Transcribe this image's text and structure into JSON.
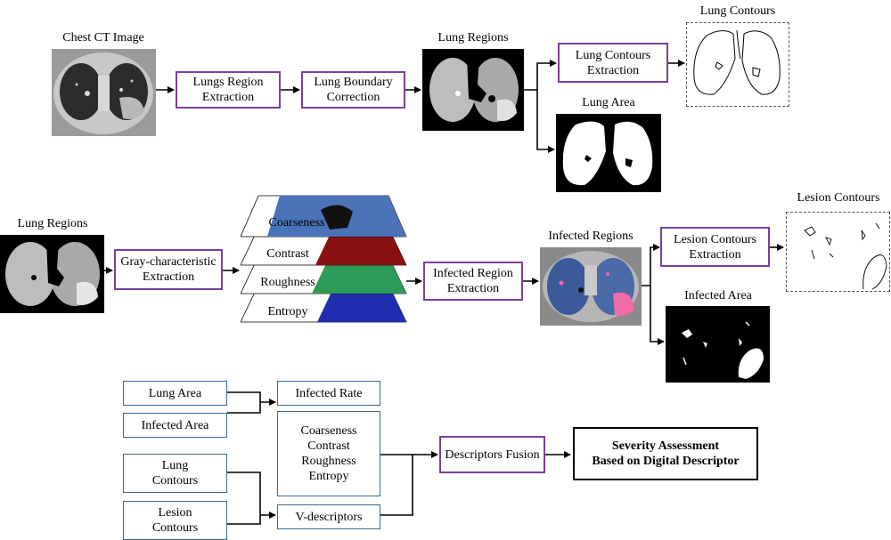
{
  "row1": {
    "chest_ct_label": "Chest CT Image",
    "lungs_region_extraction": [
      "Lungs Region",
      "Extraction"
    ],
    "lung_boundary_correction": [
      "Lung Boundary",
      "Correction"
    ],
    "lung_regions_label": "Lung Regions",
    "lung_contours_extraction": [
      "Lung Contours",
      "Extraction"
    ],
    "lung_contours_label": "Lung Contours",
    "lung_area_label": "Lung Area"
  },
  "row2": {
    "lung_regions_label": "Lung Regions",
    "gray_characteristic_extraction": [
      "Gray-characteristic",
      "Extraction"
    ],
    "layers": [
      "Coarseness",
      "Contrast",
      "Roughness",
      "Entropy"
    ],
    "infected_region_extraction": [
      "Infected Region",
      "Extraction"
    ],
    "infected_regions_label": "Infected Regions",
    "lesion_contours_extraction": [
      "Lesion Contours",
      "Extraction"
    ],
    "lesion_contours_label": "Lesion Contours",
    "infected_area_label": "Infected Area"
  },
  "row3": {
    "lung_area": "Lung Area",
    "infected_area": "Infected Area",
    "infected_rate": "Infected Rate",
    "lung_contours": [
      "Lung",
      "Contours"
    ],
    "lesion_contours": [
      "Lesion",
      "Contours"
    ],
    "texture_list": [
      "Coarseness",
      "Contrast",
      "Roughness",
      "Entropy"
    ],
    "v_descriptors": "V-descriptors",
    "descriptors_fusion": "Descriptors Fusion",
    "severity_assessment": [
      "Severity Assessment",
      "Based on Digital Descriptor"
    ]
  },
  "colors": {
    "purple_border": "#7b3fa0",
    "blue_border": "#3a6a93",
    "coarseness_layer": "#4a73b8",
    "contrast_layer": "#8a1010",
    "roughness_layer": "#2e9a5a",
    "entropy_layer": "#1f2fb0",
    "infected_highlight": "#f06aa8"
  }
}
